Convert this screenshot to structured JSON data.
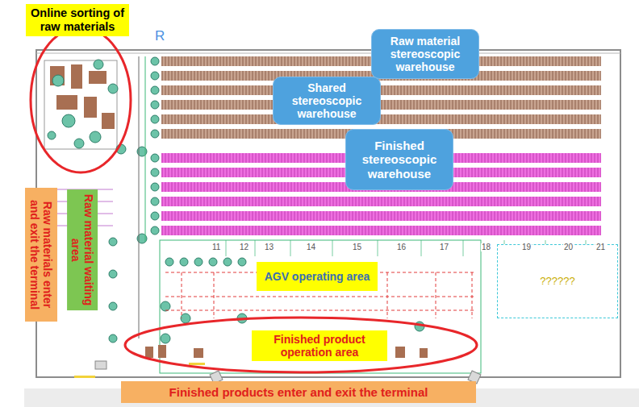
{
  "diagram": {
    "nodes": [
      {
        "text": [
          "Online sorting of raw materials"
        ]
      },
      {
        "text": [
          "Raw material stereoscopic warehouse"
        ]
      },
      {
        "text": [
          "Shared stereoscopic warehouse"
        ]
      },
      {
        "text": [
          "Finished stereoscopic warehouse"
        ]
      },
      {
        "text": [
          "Raw materials enter and exit the terminal"
        ]
      },
      {
        "text": [
          "Raw material waiting area"
        ]
      },
      {
        "text": [
          "AGV operating area"
        ]
      },
      {
        "text": [
          "??????"
        ]
      },
      {
        "text": [
          "Finished product operation area"
        ]
      },
      {
        "text": [
          "Finished products enter and exit the terminal"
        ]
      }
    ],
    "edges": [],
    "labels": [
      "R",
      "11",
      "12",
      "13",
      "14",
      "15",
      "16",
      "17",
      "18",
      "19",
      "20",
      "21"
    ]
  }
}
